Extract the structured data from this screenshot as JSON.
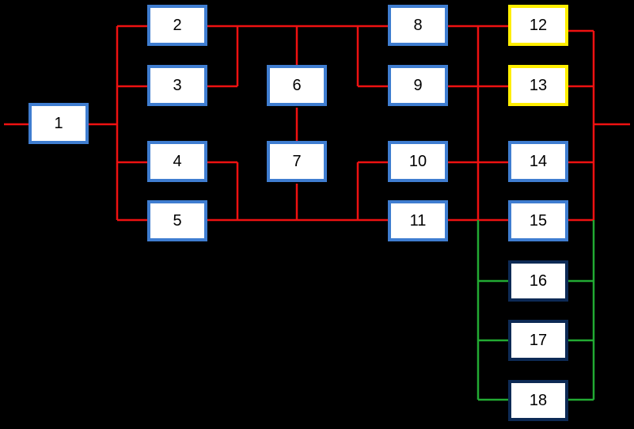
{
  "colors": {
    "background": "#000000",
    "wire_main": "#ee1111",
    "wire_standby": "#22aa33",
    "border_default": "#3f7dd0",
    "border_highlight": "#ffee00",
    "border_standby": "#0d2a55"
  },
  "nodes": [
    {
      "id": "1",
      "label": "1",
      "status": "default"
    },
    {
      "id": "2",
      "label": "2",
      "status": "default"
    },
    {
      "id": "3",
      "label": "3",
      "status": "default"
    },
    {
      "id": "4",
      "label": "4",
      "status": "default"
    },
    {
      "id": "5",
      "label": "5",
      "status": "default"
    },
    {
      "id": "6",
      "label": "6",
      "status": "default"
    },
    {
      "id": "7",
      "label": "7",
      "status": "default"
    },
    {
      "id": "8",
      "label": "8",
      "status": "default"
    },
    {
      "id": "9",
      "label": "9",
      "status": "default"
    },
    {
      "id": "10",
      "label": "10",
      "status": "default"
    },
    {
      "id": "11",
      "label": "11",
      "status": "default"
    },
    {
      "id": "12",
      "label": "12",
      "status": "highlight"
    },
    {
      "id": "13",
      "label": "13",
      "status": "highlight"
    },
    {
      "id": "14",
      "label": "14",
      "status": "default"
    },
    {
      "id": "15",
      "label": "15",
      "status": "default"
    },
    {
      "id": "16",
      "label": "16",
      "status": "standby"
    },
    {
      "id": "17",
      "label": "17",
      "status": "standby"
    },
    {
      "id": "18",
      "label": "18",
      "status": "standby"
    }
  ]
}
